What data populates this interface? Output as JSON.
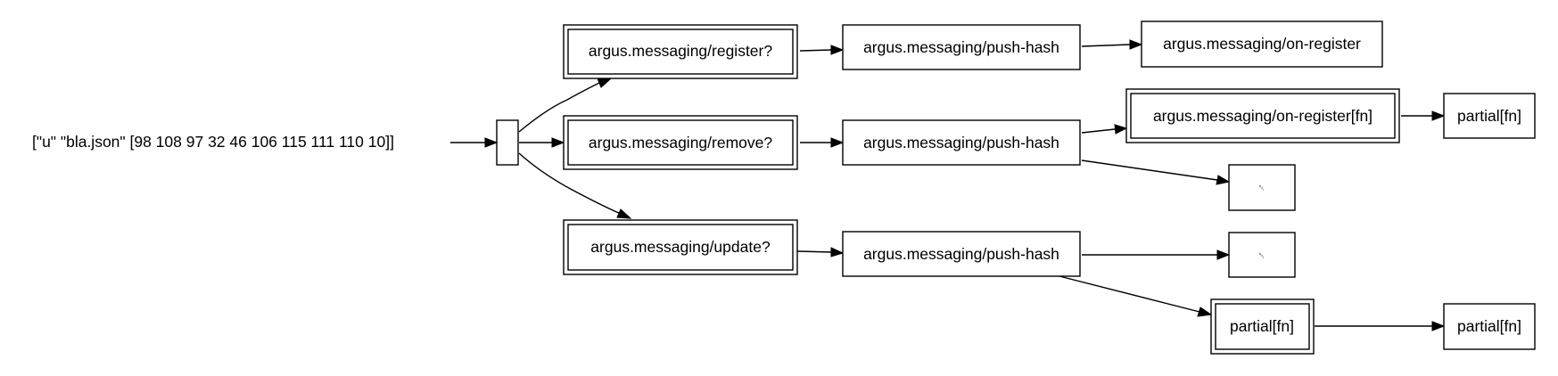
{
  "diagram": {
    "input_label": "[\"u\" \"bla.json\" [98 108 97 32 46 106 115 111 110 10]]",
    "nodes": {
      "register_pred": "argus.messaging/register?",
      "remove_pred": "argus.messaging/remove?",
      "update_pred": "argus.messaging/update?",
      "push_hash_1": "argus.messaging/push-hash",
      "push_hash_2": "argus.messaging/push-hash",
      "push_hash_3": "argus.messaging/push-hash",
      "on_register": "argus.messaging/on-register",
      "on_register_fn": "argus.messaging/on-register[fn]",
      "partial_fn_1": "partial[fn]",
      "partial_fn_2": "partial[fn]",
      "partial_fn_3": "partial[fn]",
      "unknown_glyph_1": "␀",
      "unknown_glyph_2": "␀"
    }
  }
}
